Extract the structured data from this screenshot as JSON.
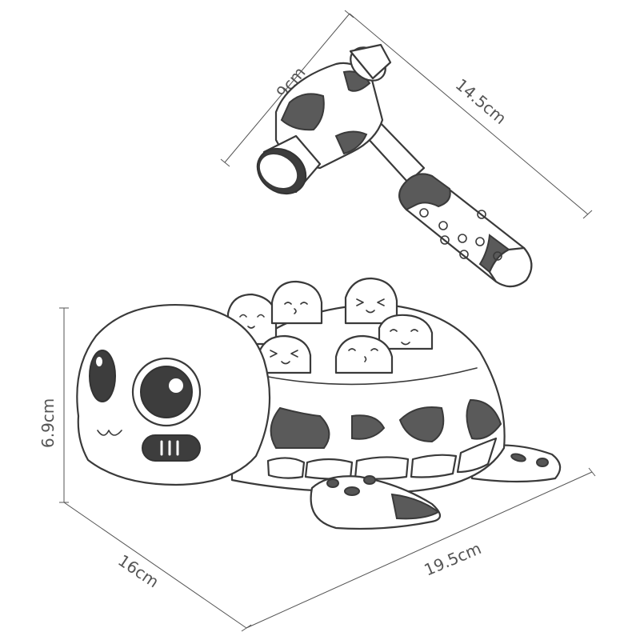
{
  "dimensions": {
    "hammer_head": "9cm",
    "hammer_length": "14.5cm",
    "turtle_height": "6.9cm",
    "turtle_depth": "16cm",
    "turtle_width": "19.5cm"
  }
}
